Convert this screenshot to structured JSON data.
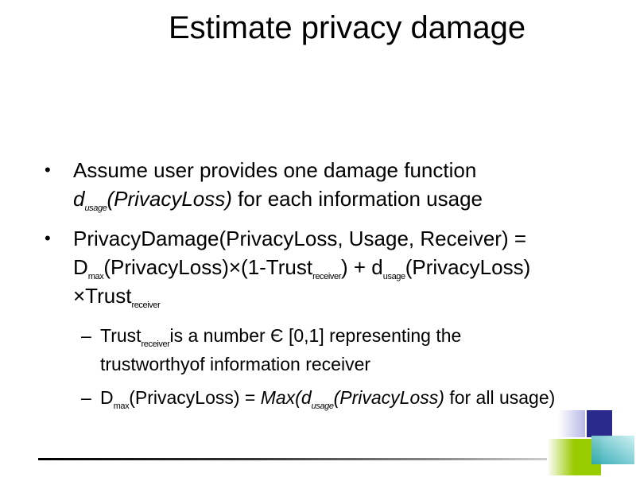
{
  "slide": {
    "title": "Estimate privacy damage"
  },
  "bullets": {
    "b1": {
      "t1": "Assume user provides one damage function",
      "d": "d",
      "sub_usage": "usage",
      "pl": "(PrivacyLoss)",
      "t2": " for each information usage"
    },
    "b2": {
      "t1": "PrivacyDamage(PrivacyLoss, Usage, Receiver)  = D",
      "sub_max": "max",
      "t2": "(PrivacyLoss)×(1-Trust",
      "sub_receiver": "receiver",
      "t3": ") + d",
      "sub_usage": "usage",
      "t4": "(PrivacyLoss) ×Trust",
      "sub_receiver2": "receiver"
    },
    "s1": {
      "t1": "Trust",
      "sub_receiver": "receiver",
      "t2": "is a number Є [0,1] representing the trustworthyof information receiver"
    },
    "s2": {
      "t1": "D",
      "sub_max": "max",
      "t2": "(PrivacyLoss) = ",
      "i1": "Max(d",
      "sub_usage": "usage",
      "i2": "(PrivacyLoss)",
      "t3": " for all usage)"
    },
    "bullet_mark": "•",
    "dash_mark": "–"
  },
  "decor": {
    "colors": {
      "navy": "#2a2a8c",
      "lavender": "#b8b8e8",
      "teal": "#2aa6b4",
      "lime": "#99cc00",
      "light_lime": "#ccee66",
      "light_teal": "#99dde0"
    }
  }
}
